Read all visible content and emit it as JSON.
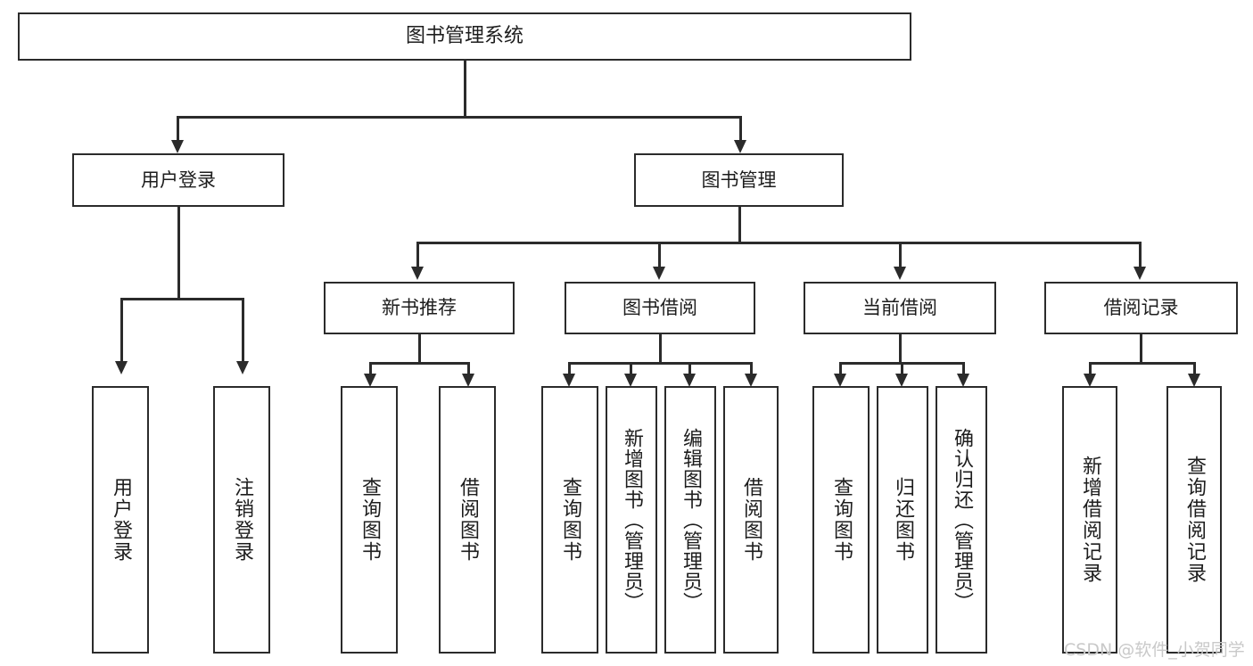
{
  "diagram": {
    "title": "图书管理系统",
    "type": "tree-hierarchy",
    "root": {
      "label": "图书管理系统"
    },
    "level1": [
      {
        "label": "用户登录"
      },
      {
        "label": "图书管理"
      }
    ],
    "level2": [
      {
        "label": "新书推荐",
        "parent": "图书管理"
      },
      {
        "label": "图书借阅",
        "parent": "图书管理"
      },
      {
        "label": "当前借阅",
        "parent": "图书管理"
      },
      {
        "label": "借阅记录",
        "parent": "图书管理"
      }
    ],
    "leaves": {
      "user_login": [
        {
          "label": "用户登录"
        },
        {
          "label": "注销登录"
        }
      ],
      "new_book_recommend": [
        {
          "label": "查询图书"
        },
        {
          "label": "借阅图书"
        }
      ],
      "book_borrow": [
        {
          "label": "查询图书"
        },
        {
          "label": "新增图书（管理员）"
        },
        {
          "label": "编辑图书（管理员）"
        },
        {
          "label": "借阅图书"
        }
      ],
      "current_borrow": [
        {
          "label": "查询图书"
        },
        {
          "label": "归还图书"
        },
        {
          "label": "确认归还（管理员）"
        }
      ],
      "borrow_record": [
        {
          "label": "新增借阅记录"
        },
        {
          "label": "查询借阅记录"
        }
      ]
    }
  },
  "watermark": {
    "text": "CSDN @软件_小贺同学"
  },
  "colors": {
    "stroke": "#2b2b2b",
    "background": "#ffffff",
    "text": "#1d1d1d",
    "watermark": "#c9c9c9"
  }
}
